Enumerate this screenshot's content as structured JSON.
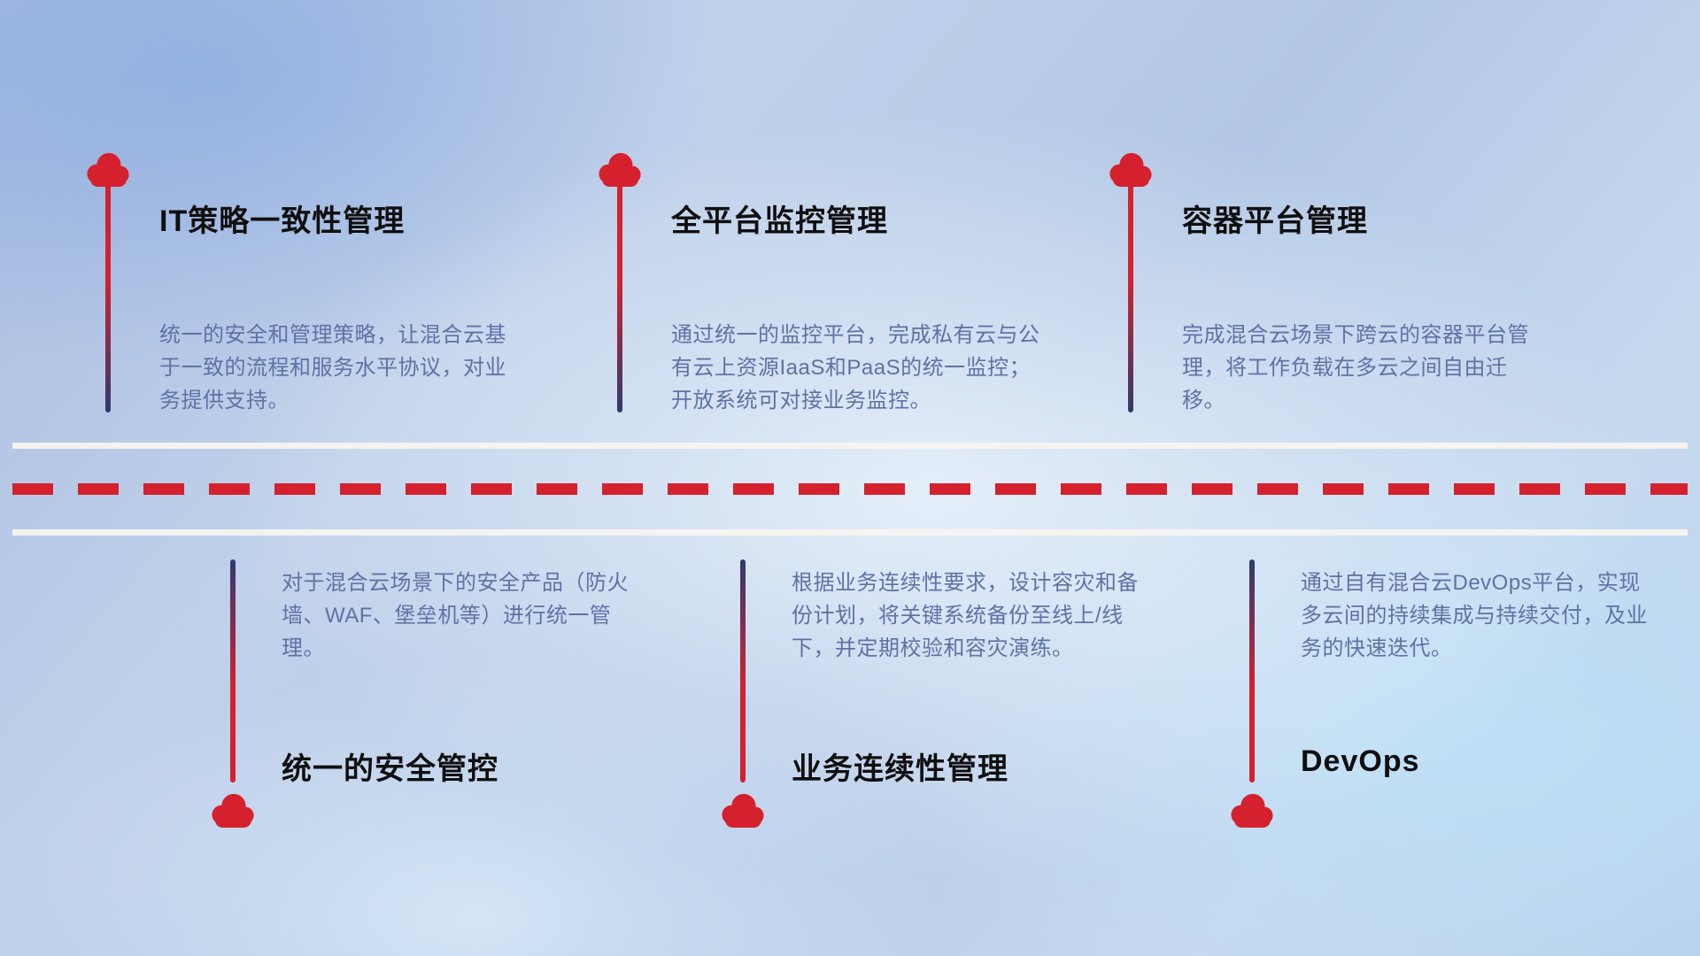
{
  "colors": {
    "red": "#d5212e",
    "navy": "#2e3b6e",
    "desc": "#5f72a5",
    "title": "#0f0f0f",
    "road-white": "#f7f4ef"
  },
  "top_items": [
    {
      "title": "IT策略一致性管理",
      "desc": "统一的安全和管理策略，让混合云基于一致的流程和服务水平协议，对业务提供支持。"
    },
    {
      "title": "全平台监控管理",
      "desc": "通过统一的监控平台，完成私有云与公有云上资源IaaS和PaaS的统一监控；开放系统可对接业务监控。"
    },
    {
      "title": "容器平台管理",
      "desc": "完成混合云场景下跨云的容器平台管理，将工作负载在多云之间自由迁移。"
    }
  ],
  "bottom_items": [
    {
      "title": "统一的安全管控",
      "desc": "对于混合云场景下的安全产品（防火墙、WAF、堡垒机等）进行统一管理。"
    },
    {
      "title": "业务连续性管理",
      "desc": "根据业务连续性要求，设计容灾和备份计划，将关键系统备份至线上/线下，并定期校验和容灾演练。"
    },
    {
      "title": "DevOps",
      "desc": "通过自有混合云DevOps平台，实现多云间的持续集成与持续交付，及业务的快速迭代。"
    }
  ]
}
